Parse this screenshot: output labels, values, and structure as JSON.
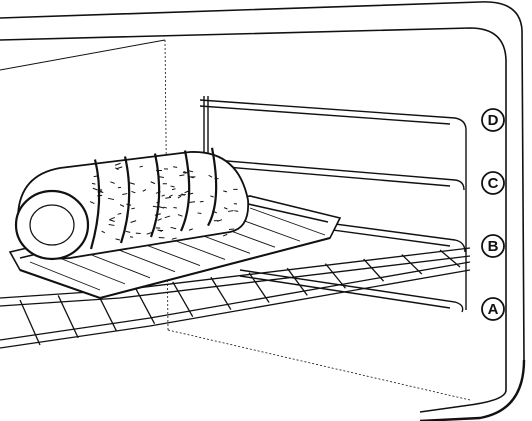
{
  "diagram": {
    "subject": "oven-rack-positions",
    "rack_positions": [
      {
        "letter": "D"
      },
      {
        "letter": "C"
      },
      {
        "letter": "B"
      },
      {
        "letter": "A"
      }
    ],
    "colors": {
      "line": "#111111",
      "background": "#ffffff"
    }
  }
}
